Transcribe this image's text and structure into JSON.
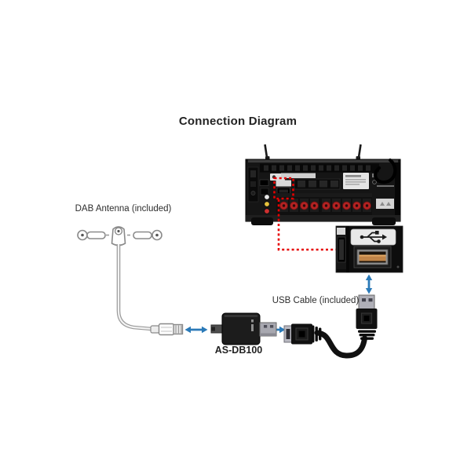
{
  "title": "Connection Diagram",
  "diagram": {
    "antenna_label": "DAB Antenna (included)",
    "usb_cable_label": "USB Cable (included)",
    "adapter_label": "AS-DB100"
  },
  "icons": {
    "usb_symbol": "usb-trident"
  },
  "colors": {
    "arrow_blue": "#2b7ab8",
    "highlight_red": "#e60000",
    "receiver_body": "#151515",
    "usb_port_tan": "#c08448",
    "speaker_terminal_red": "#b32222",
    "rca_yellow": "#e6c23c",
    "rca_red": "#cf3030",
    "rca_white": "#e8e8e8"
  }
}
